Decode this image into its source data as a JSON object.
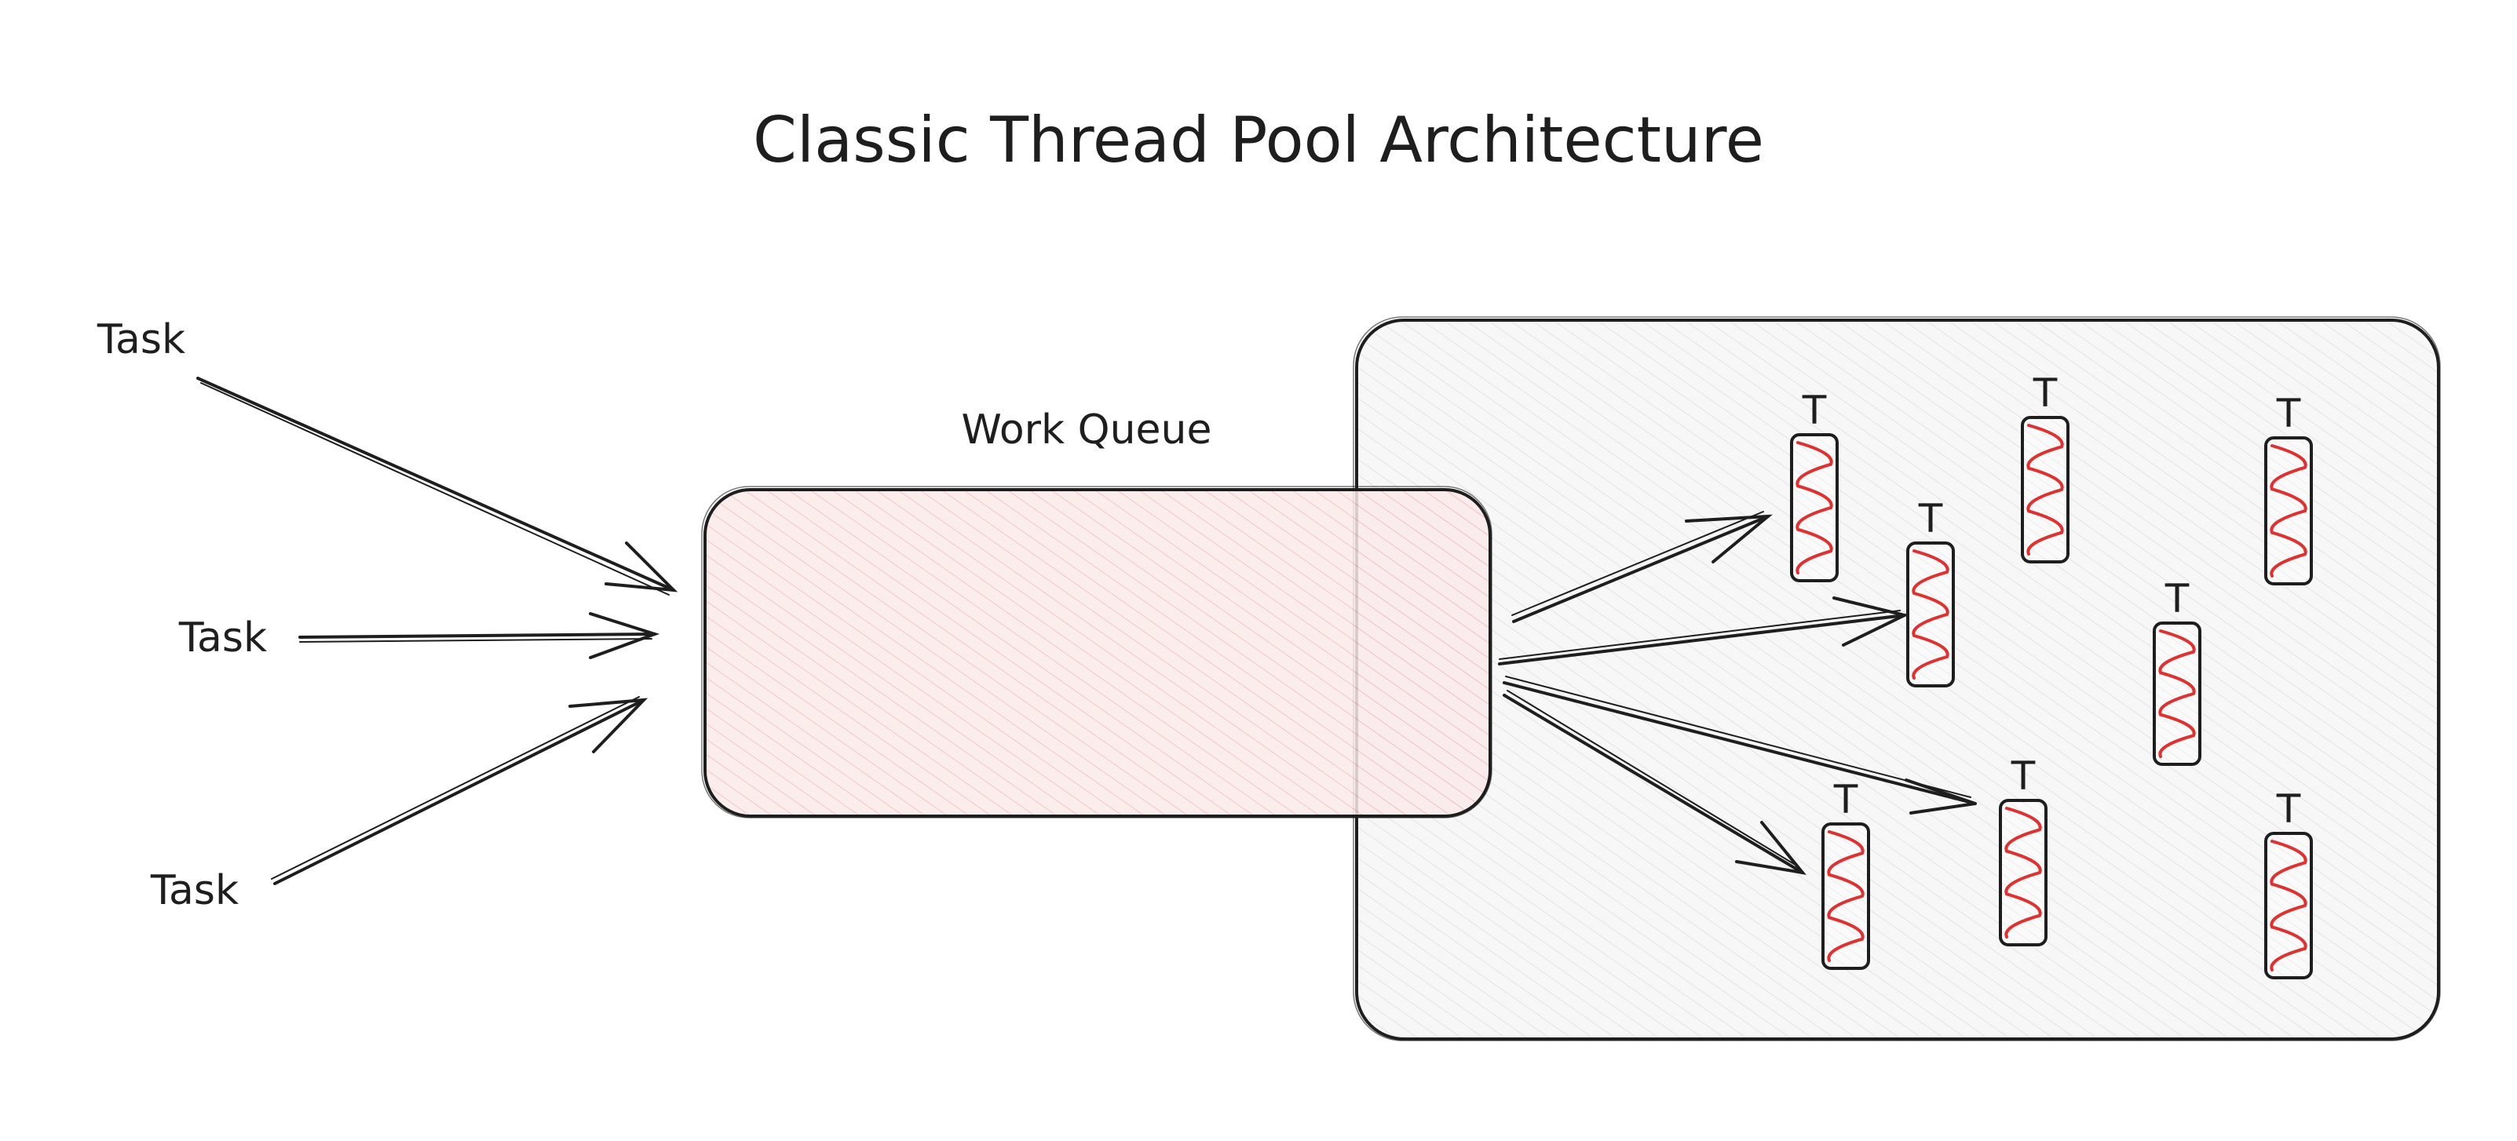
{
  "title": "Classic Thread Pool Architecture",
  "tasks": [
    {
      "label": "Task"
    },
    {
      "label": "Task"
    },
    {
      "label": "Task"
    }
  ],
  "queue": {
    "label": "Work Queue"
  },
  "threads": [
    {
      "label": "T"
    },
    {
      "label": "T"
    },
    {
      "label": "T"
    },
    {
      "label": "T"
    },
    {
      "label": "T"
    },
    {
      "label": "T"
    },
    {
      "label": "T"
    },
    {
      "label": "T"
    }
  ],
  "colors": {
    "stroke": "#1e1e1e",
    "queue_fill": "#fbeaea",
    "queue_hatch": "#f3b9b9",
    "pool_fill": "#f5f5f5",
    "pool_hatch": "#d9d9d9",
    "wave": "#e03131"
  }
}
